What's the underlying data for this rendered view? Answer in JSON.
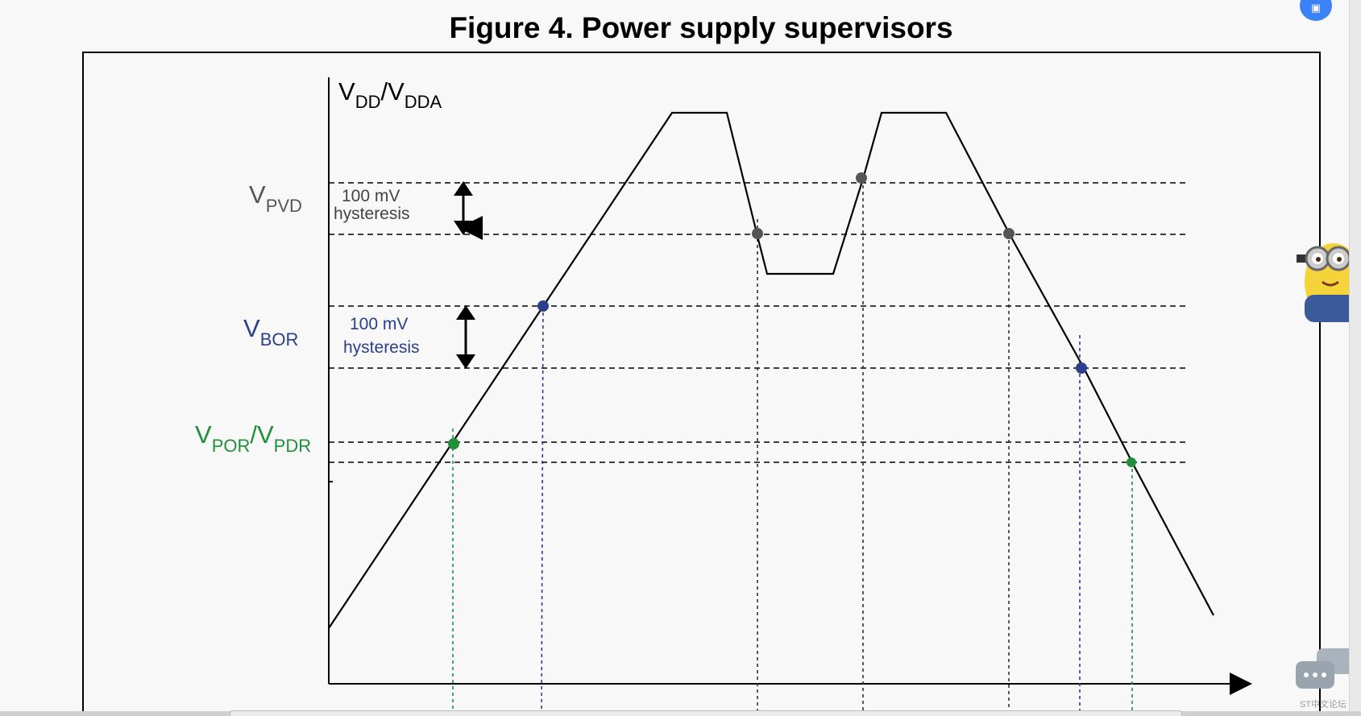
{
  "title": "Figure 4. Power supply supervisors",
  "y_axis": {
    "main": "V",
    "sub1": "DD",
    "sep": "/V",
    "sub2": "DDA"
  },
  "levels": [
    {
      "main": "V",
      "sub": "PVD",
      "color": "#555555"
    },
    {
      "main": "V",
      "sub": "BOR",
      "color": "#2b3f8c"
    },
    {
      "main": "V",
      "sub1": "POR",
      "sep": "/V",
      "sub2": "PDR",
      "color": "#1f8f3a"
    }
  ],
  "hysteresis": [
    {
      "line1": "100 mV",
      "line2": "hysteresis",
      "color": "#444444"
    },
    {
      "line1": "100 mV",
      "line2": "hysteresis",
      "color": "#2b3f8c"
    }
  ],
  "colors": {
    "pvd": "#555555",
    "bor": "#2b3f8c",
    "por": "#1f8f3a",
    "axis": "#000000"
  },
  "badge_icon": "bookmark-icon",
  "forum_label": "ST中文论坛"
}
